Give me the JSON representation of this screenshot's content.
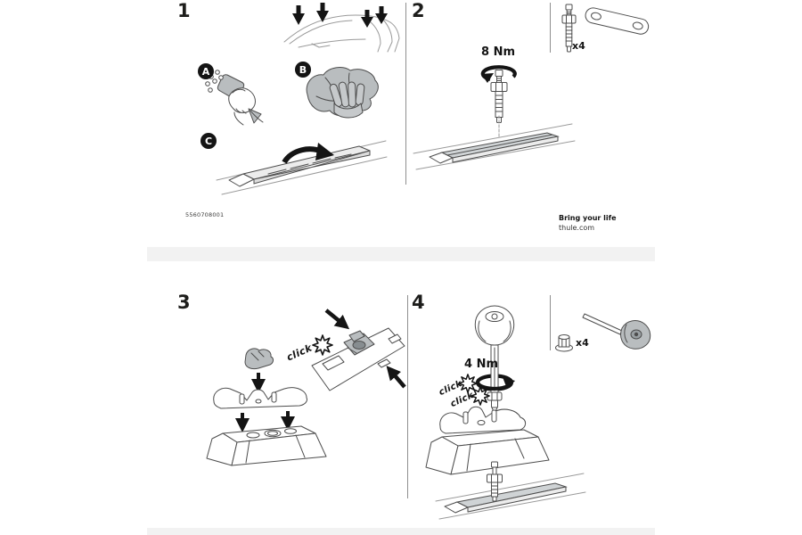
{
  "colors": {
    "background": "#ffffff",
    "page_gap": "#f2f2f2",
    "ink": "#141414",
    "line_gray": "#4d4d4d",
    "light_line_gray": "#9a9a9a",
    "part_fill_gray": "#b9bdbf",
    "rail_fill_gray": "#cfd3d5"
  },
  "page1": {
    "step1": {
      "number": "1",
      "substep_a": "A",
      "substep_b": "B",
      "substep_c": "C"
    },
    "step2": {
      "number": "2",
      "torque": "8 Nm",
      "quantity": "x4"
    },
    "footer": {
      "part_number": "5560708001",
      "tagline": "Bring your life",
      "website": "thule.com"
    }
  },
  "page2": {
    "step3": {
      "number": "3",
      "click": "click"
    },
    "step4": {
      "number": "4",
      "torque": "4 Nm",
      "quantity": "x4",
      "click_1": "click",
      "click_2": "click"
    }
  }
}
